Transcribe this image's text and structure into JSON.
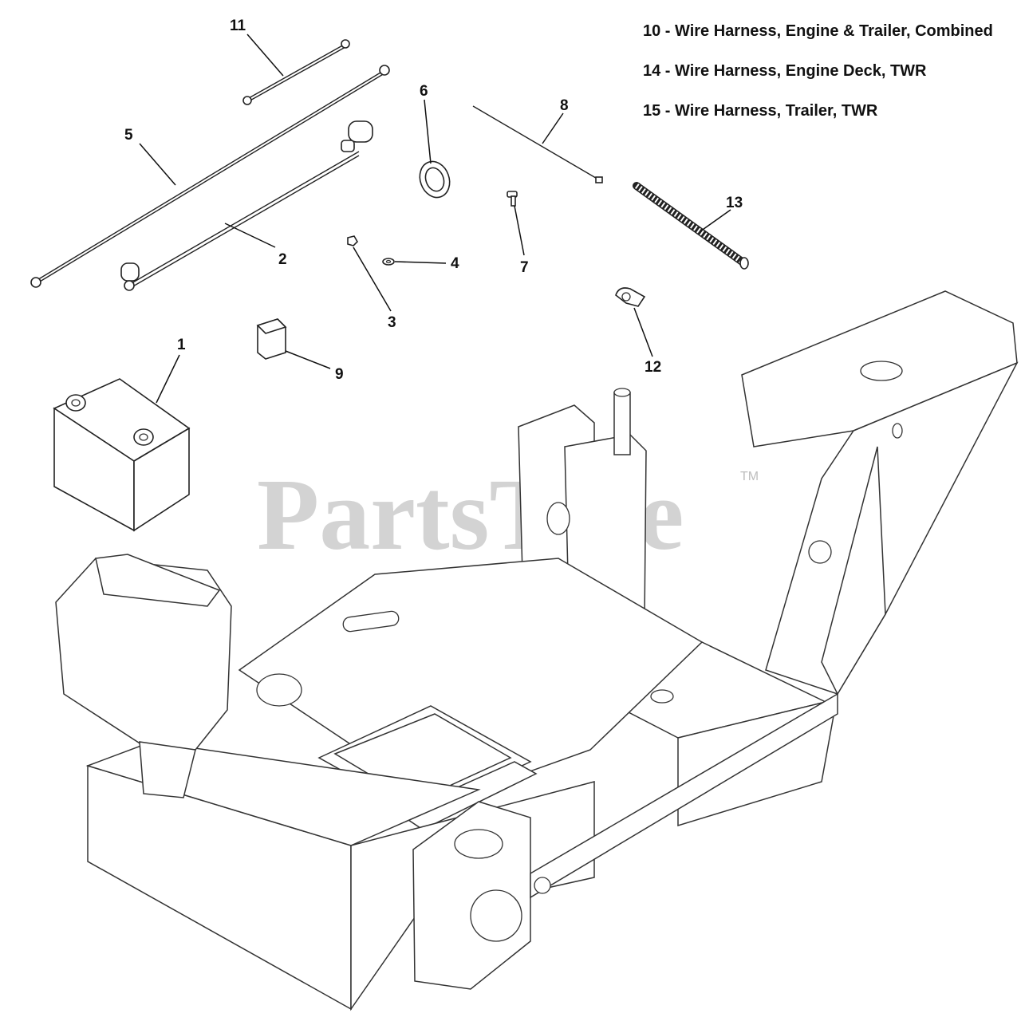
{
  "legend": [
    {
      "text": "10 - Wire Harness, Engine & Trailer, Combined"
    },
    {
      "text": "14 - Wire Harness, Engine Deck, TWR"
    },
    {
      "text": "15 - Wire Harness, Trailer, TWR"
    }
  ],
  "callouts": {
    "c1": "1",
    "c2": "2",
    "c3": "3",
    "c4": "4",
    "c5": "5",
    "c6": "6",
    "c7": "7",
    "c8": "8",
    "c9": "9",
    "c11": "11",
    "c12": "12",
    "c13": "13"
  },
  "watermark": {
    "text": "PartsTree",
    "tm": "TM"
  }
}
